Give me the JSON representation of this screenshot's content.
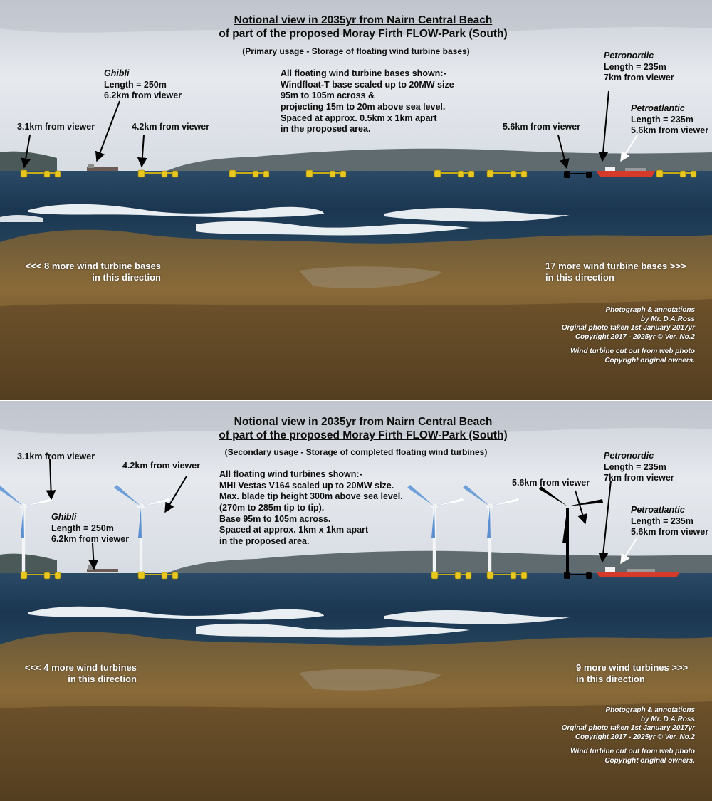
{
  "colors": {
    "base_yellow": "#e8c820",
    "sea": "#1c3a56",
    "sky": "#dfe3e9",
    "grass": "#7a5a2c",
    "ship_red": "#d63a2a"
  },
  "top": {
    "title_line1": "Notional view in 2035yr from Nairn Central Beach",
    "title_line2": "of part of the proposed Moray Firth FLOW-Park (South)",
    "subtitle": "(Primary usage - Storage of floating wind turbine bases)",
    "info": [
      "All floating wind turbine bases shown:-",
      "Windfloat-T base scaled up to 20MW size",
      "95m to 105m across &",
      "projecting 15m to 20m above sea level.",
      "Spaced at approx. 0.5km x 1km apart",
      "in the proposed area."
    ],
    "ghibli": {
      "name": "Ghibli",
      "length": "Length = 250m",
      "distance": "6.2km from viewer"
    },
    "label_3_1": "3.1km from viewer",
    "label_4_2": "4.2km from viewer",
    "label_5_6": "5.6km from viewer",
    "petronordic": {
      "name": "Petronordic",
      "length": "Length = 235m",
      "distance": "7km from viewer"
    },
    "petroatlantic": {
      "name": "Petroatlantic",
      "length": "Length = 235m",
      "distance": "5.6km from viewer"
    },
    "left_note": [
      "<<< 8 more wind turbine bases",
      "in this direction"
    ],
    "right_note": [
      "17 more wind turbine bases >>>",
      "in this direction"
    ],
    "credits": [
      "Photograph & annotations",
      "by Mr. D.A.Ross",
      "Orginal photo taken 1st January 2017yr",
      "Copyright 2017 - 2025yr © Ver. No.2",
      "",
      "Wind turbine cut out from web photo",
      "Copyright original owners."
    ]
  },
  "bottom": {
    "title_line1": "Notional view in 2035yr from Nairn Central Beach",
    "title_line2": "of part of the proposed Moray Firth FLOW-Park (South)",
    "subtitle": "(Secondary usage - Storage of completed floating wind turbines)",
    "info": [
      "All floating wind turbines shown:-",
      "MHI Vestas V164 scaled up to 20MW size.",
      "Max. blade tip height 300m above sea level.",
      "(270m to 285m tip to tip).",
      "Base 95m to 105m across.",
      "Spaced at approx. 1km x 1km apart",
      "in the proposed area."
    ],
    "ghibli": {
      "name": "Ghibli",
      "length": "Length = 250m",
      "distance": "6.2km from viewer"
    },
    "label_3_1": "3.1km from viewer",
    "label_4_2": "4.2km from viewer",
    "label_5_6": "5.6km from viewer",
    "petronordic": {
      "name": "Petronordic",
      "length": "Length = 235m",
      "distance": "7km from viewer"
    },
    "petroatlantic": {
      "name": "Petroatlantic",
      "length": "Length = 235m",
      "distance": "5.6km from viewer"
    },
    "left_note": [
      "<<< 4 more wind turbines",
      "in this direction"
    ],
    "right_note": [
      "9 more wind turbines >>>",
      "in this direction"
    ],
    "credits": [
      "Photograph & annotations",
      "by Mr. D.A.Ross",
      "Orginal photo taken 1st January 2017yr",
      "Copyright 2017 - 2025yr © Ver. No.2",
      "",
      "Wind turbine cut out from web photo",
      "Copyright original owners."
    ]
  }
}
